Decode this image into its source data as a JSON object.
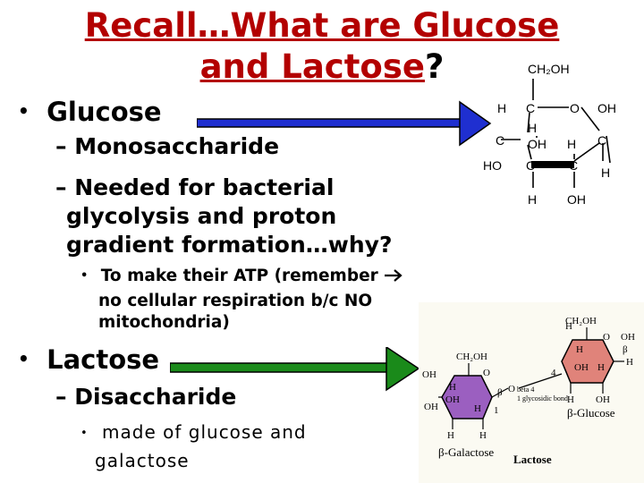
{
  "slide": {
    "title_line1": "Recall…What are Glucose",
    "title_line2": "and Lactose",
    "title_qmark": "?"
  },
  "glucose": {
    "heading": "Glucose",
    "sub1": "– Monosaccharide",
    "sub2_line1": "– Needed for bacterial",
    "sub2_line2": "glycolysis and proton",
    "sub2_line3": "gradient formation…why?",
    "note_line1": "To make their ATP (remember",
    "note_line2": "no cellular respiration b/c NO",
    "note_line3": "mitochondria)",
    "arrow_color": "#1f2fd0"
  },
  "lactose": {
    "heading": "Lactose",
    "sub1": "– Disaccharide",
    "note_line1": "made of glucose and",
    "note_line2": "galactose",
    "arrow_color": "#1a8a1a"
  },
  "glucose_structure": {
    "ch2oh": "CH₂OH",
    "o": "O",
    "oh": "OH",
    "h": "H",
    "ho": "HO",
    "c": "C"
  },
  "lactose_structure": {
    "ch2oh": "CH₂OH",
    "o": "O",
    "oh": "OH",
    "h": "H",
    "beta": "β",
    "num4": "4",
    "num1": "1",
    "bond_label_line1": "beta 4",
    "bond_label_line2": "1 glycosidic bond",
    "glucose_label": "β-Glucose",
    "galactose_label": "β-Galactose",
    "lactose_label": "Lactose",
    "galactose_color": "#9b5fc0",
    "glucose_color": "#e0837a"
  },
  "bullet_glyph": "•"
}
